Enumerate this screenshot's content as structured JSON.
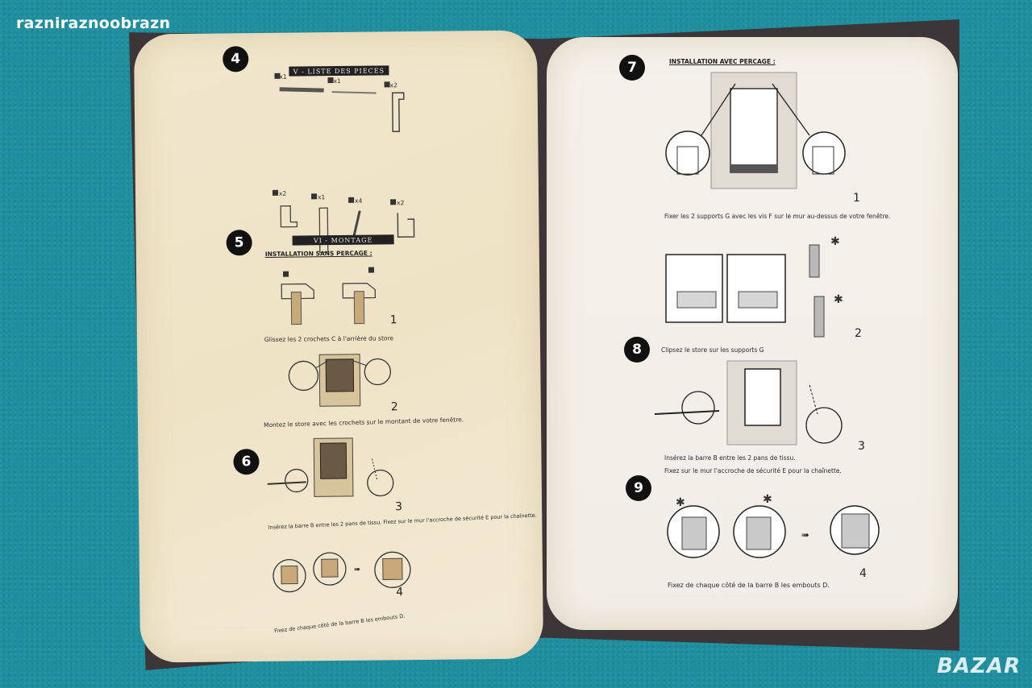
{
  "watermark": {
    "top_left": "razniraznoobrazn",
    "bottom_right": "BAZAR"
  },
  "left_page": {
    "steps": [
      "4",
      "5",
      "6"
    ],
    "section_iv": "V - LISTE DES PIECES",
    "section_vi": "VI - MONTAGE",
    "install_without_drill": "INSTALLATION SANS PERCAGE :",
    "quantities": [
      "x1",
      "x1",
      "x2",
      "x2",
      "x1",
      "x4",
      "x2"
    ],
    "captions": [
      "Glissez les 2 crochets C à l'arrière du store",
      "Montez le store avec les crochets sur le montant de votre fenêtre.",
      "Insérez la barre B entre les 2 pans de tissu.  Fixez sur le mur l'accroche de sécurité E pour la chaînette.",
      "Fixez de chaque côté de la barre B les embouts D."
    ],
    "figure_numbers": [
      "1",
      "2",
      "3",
      "4"
    ]
  },
  "right_page": {
    "steps": [
      "7",
      "8",
      "9"
    ],
    "install_with_drill": "INSTALLATION AVEC PERCAGE :",
    "captions": [
      "Fixer les 2 supports G avec les vis F sur le mur au-dessus de votre fenêtre.",
      "Clipsez le store sur les supports G",
      "Insérez la barre B entre les 2 pans de tissu.",
      "Fixez sur le mur l'accroche de sécurité E pour la chaînette.",
      "Fixez de chaque côté de la barre B les embouts D."
    ],
    "figure_numbers": [
      "1",
      "2",
      "3",
      "4"
    ]
  }
}
